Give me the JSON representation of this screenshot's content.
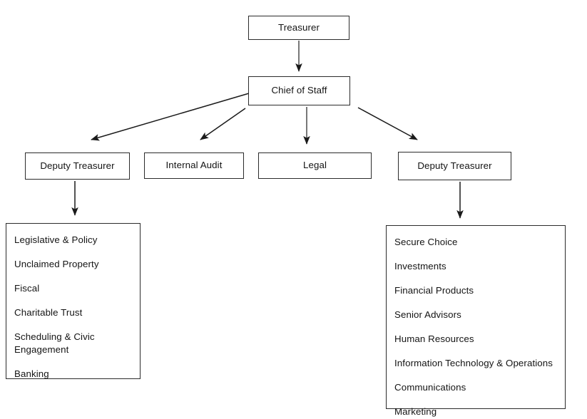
{
  "chart_data": {
    "type": "diagram",
    "title": "State Treasurer Organizational Chart",
    "diagram_kind": "organizational-hierarchy",
    "levels": 4,
    "node_count": 6,
    "list_count": 2
  },
  "nodes": {
    "treasurer": {
      "label": "Treasurer"
    },
    "chief_of_staff": {
      "label": "Chief of Staff"
    },
    "deputy_left": {
      "label": "Deputy Treasurer"
    },
    "internal_audit": {
      "label": "Internal Audit"
    },
    "legal": {
      "label": "Legal"
    },
    "deputy_right": {
      "label": "Deputy Treasurer"
    }
  },
  "lists": {
    "left": {
      "items": [
        "Legislative & Policy",
        "Unclaimed Property",
        "Fiscal",
        "Charitable Trust",
        "Scheduling & Civic\nEngagement",
        "Banking"
      ]
    },
    "right": {
      "items": [
        "Secure Choice",
        "Investments",
        "Financial Products",
        "Senior Advisors",
        "Human Resources",
        "Information Technology & Operations",
        "Communications",
        "Marketing"
      ]
    }
  },
  "connectors": [
    {
      "name": "treasurer-to-chief-of-staff",
      "from": "treasurer",
      "to": "chief_of_staff",
      "style": "vertical-arrow"
    },
    {
      "name": "chief-of-staff-to-deputy-left",
      "from": "chief_of_staff",
      "to": "deputy_left",
      "style": "diagonal-arrow"
    },
    {
      "name": "chief-of-staff-to-internal-audit",
      "from": "chief_of_staff",
      "to": "internal_audit",
      "style": "diagonal-arrow"
    },
    {
      "name": "chief-of-staff-to-legal",
      "from": "chief_of_staff",
      "to": "legal",
      "style": "vertical-arrow"
    },
    {
      "name": "chief-of-staff-to-deputy-right",
      "from": "chief_of_staff",
      "to": "deputy_right",
      "style": "diagonal-arrow"
    },
    {
      "name": "deputy-left-to-list-left",
      "from": "deputy_left",
      "to": "list_left",
      "style": "vertical-arrow"
    },
    {
      "name": "deputy-right-to-list-right",
      "from": "deputy_right",
      "to": "list_right",
      "style": "vertical-arrow"
    }
  ],
  "colors": {
    "background": "#ffffff",
    "box_border": "#2b2b2b",
    "text": "#141414",
    "connector": "#1a1a1a"
  }
}
